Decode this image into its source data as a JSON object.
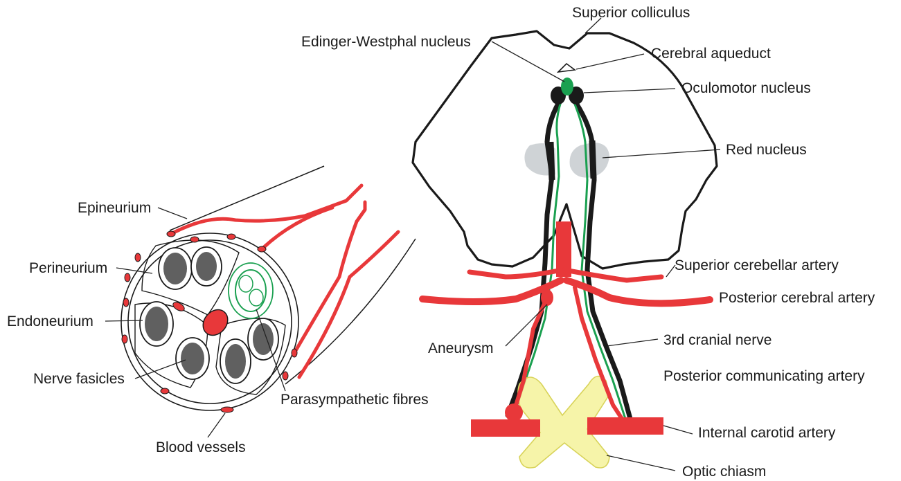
{
  "nerve_section": {
    "labels": {
      "epineurium": "Epineurium",
      "perineurium": "Perineurium",
      "endoneurium": "Endoneurium",
      "nerve_fasicles": "Nerve fasicles",
      "parasympathetic_fibres": "Parasympathetic fibres",
      "blood_vessels": "Blood vessels"
    }
  },
  "midbrain": {
    "labels": {
      "superior_colliculus": "Superior colliculus",
      "edinger_westphal_nucleus": "Edinger-Westphal nucleus",
      "cerebral_aqueduct": "Cerebral aqueduct",
      "oculomotor_nucleus": "Oculomotor nucleus",
      "red_nucleus": "Red nucleus",
      "superior_cerebellar_artery": "Superior cerebellar artery",
      "posterior_cerebral_artery": "Posterior cerebral artery",
      "third_cranial_nerve": "3rd cranial nerve",
      "aneurysm": "Aneurysm",
      "posterior_communicating_artery": "Posterior communicating artery",
      "internal_carotid_artery": "Internal carotid artery",
      "optic_chiasm": "Optic chiasm"
    }
  },
  "colors": {
    "artery": "#e8383a",
    "parasympathetic": "#1aa050",
    "red_nucleus": "#cfd3d6",
    "optic_chiasm_fill": "#f5f29a",
    "optic_chiasm_stroke": "#d8d35a",
    "outline": "#1a1a1a"
  }
}
